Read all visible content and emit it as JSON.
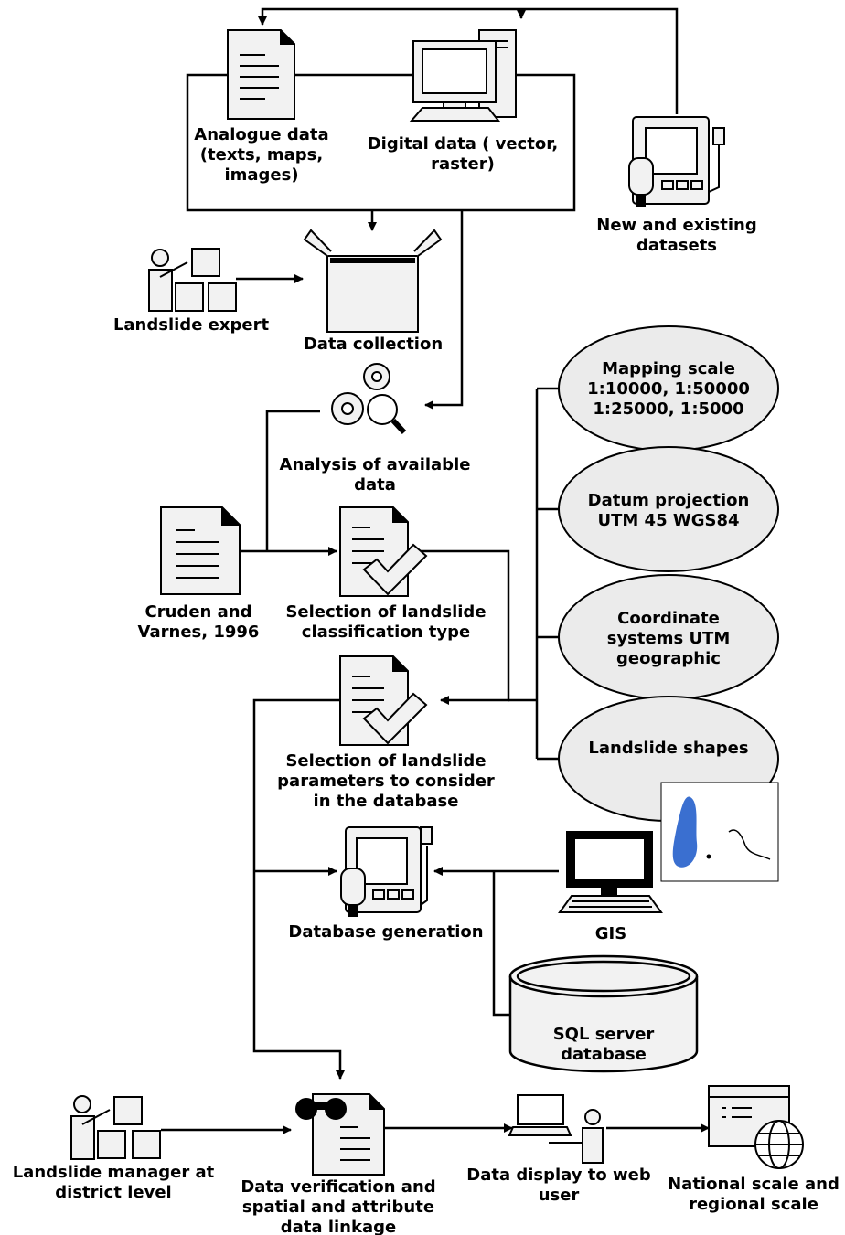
{
  "labels": {
    "analogue": "Analogue data\n(texts, maps,\nimages)",
    "digital": "Digital data ( vector,\nraster)",
    "new_existing": "New and existing\ndatasets",
    "landslide_expert": "Landslide expert",
    "data_collection": "Data collection",
    "analysis": "Analysis of available\ndata",
    "mapping_scale": "Mapping scale\n1:10000, 1:50000\n1:25000, 1:5000",
    "datum": "Datum projection\nUTM 45      WGS84",
    "coordinate": "Coordinate\nsystems UTM\ngeographic",
    "landslide_shapes": "Landslide shapes",
    "cruden": "Cruden and\nVarnes, 1996",
    "selection_type": "Selection of landslide\nclassification type",
    "selection_params": "Selection of landslide\nparameters to consider\nin the database",
    "database_generation": "Database generation",
    "gis": "GIS",
    "sql": "SQL server\ndatabase",
    "manager": "Landslide manager at\ndistrict level",
    "verification": "Data verification and\nspatial and attribute\ndata linkage",
    "web_display": "Data display to web\nuser",
    "national": "National scale and\nregional scale"
  },
  "colors": {
    "stroke": "#000000",
    "icon_fill": "#f2f2f2",
    "ellipse_fill": "#ebebeb",
    "landslide_blue": "#3a6fd0"
  }
}
